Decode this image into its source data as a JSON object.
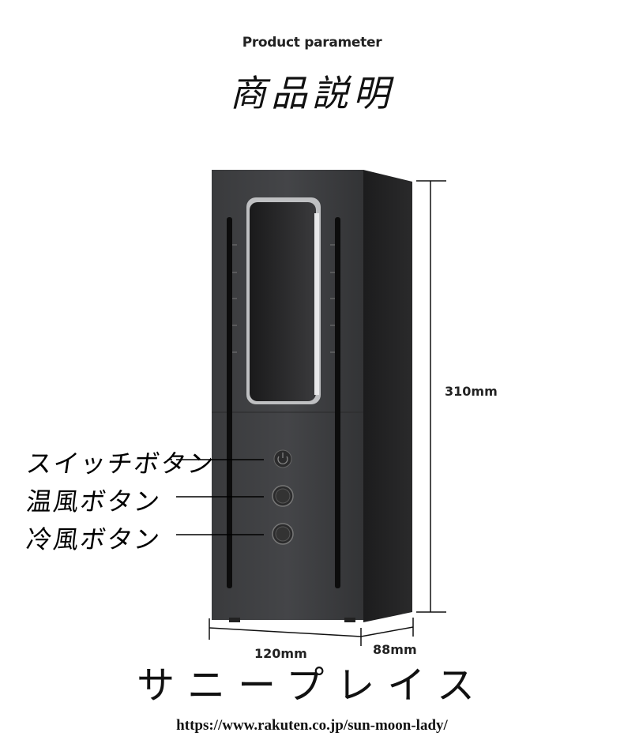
{
  "header": {
    "subtitle": "Product parameter",
    "title": "商品説明"
  },
  "callouts": [
    {
      "label": "スイッチボタン"
    },
    {
      "label": "温風ボタン"
    },
    {
      "label": "冷風ボタン"
    }
  ],
  "dimensions": {
    "height": "310mm",
    "width": "120mm",
    "depth": "88mm"
  },
  "footer": {
    "brand": "サニープレイス",
    "url": "https://www.rakuten.co.jp/sun-moon-lady/"
  }
}
